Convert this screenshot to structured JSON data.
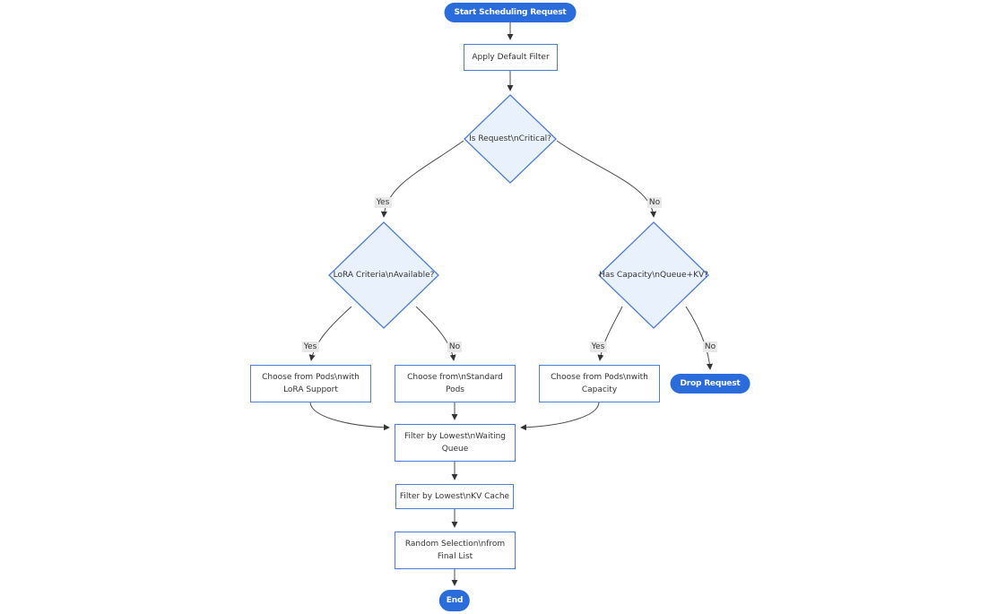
{
  "diagram": {
    "title": "Scheduling request flowchart",
    "colors": {
      "pill_fill": "#2a6cdb",
      "pill_text": "#ffffff",
      "node_border": "#4a7dd6",
      "node_fill": "#ffffff",
      "decision_fill": "#e9f2fc",
      "edge_stroke": "#4b4b4b",
      "edge_label_bg": "#e8e8e8",
      "text": "#333333"
    },
    "nodes": {
      "start": {
        "type": "pill",
        "lines": [
          "Start Scheduling Request"
        ]
      },
      "apply_filter": {
        "type": "rect",
        "lines": [
          "Apply Default Filter"
        ]
      },
      "is_critical": {
        "type": "diamond",
        "lines": [
          "Is Request\\nCritical?"
        ]
      },
      "lora_criteria": {
        "type": "diamond",
        "lines": [
          "LoRA Criteria\\nAvailable?"
        ]
      },
      "has_capacity": {
        "type": "diamond",
        "lines": [
          "Has Capacity\\nQueue+KV?"
        ]
      },
      "choose_lora": {
        "type": "rect",
        "lines": [
          "Choose from Pods\\nwith",
          "LoRA Support"
        ]
      },
      "choose_standard": {
        "type": "rect",
        "lines": [
          "Choose from\\nStandard",
          "Pods"
        ]
      },
      "choose_capacity": {
        "type": "rect",
        "lines": [
          "Choose from Pods\\nwith",
          "Capacity"
        ]
      },
      "drop_request": {
        "type": "pill",
        "lines": [
          "Drop Request"
        ]
      },
      "filter_queue": {
        "type": "rect",
        "lines": [
          "Filter by Lowest\\nWaiting",
          "Queue"
        ]
      },
      "filter_kv": {
        "type": "rect",
        "lines": [
          "Filter by Lowest\\nKV Cache"
        ]
      },
      "random_selection": {
        "type": "rect",
        "lines": [
          "Random Selection\\nfrom",
          "Final List"
        ]
      },
      "end": {
        "type": "pill",
        "lines": [
          "End"
        ]
      }
    },
    "edge_labels": {
      "d1_yes": "Yes",
      "d1_no": "No",
      "d2_yes": "Yes",
      "d2_no": "No",
      "d3_yes": "Yes",
      "d3_no": "No"
    }
  }
}
